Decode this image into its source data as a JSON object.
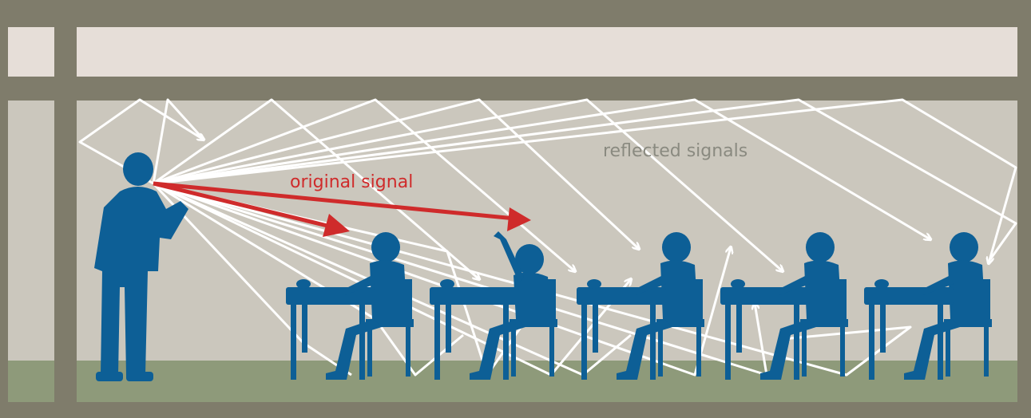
{
  "labels": {
    "original": "original signal",
    "reflected": "reflected signals"
  },
  "colors": {
    "frame": "#7f7c6b",
    "ceiling": "#e6ded8",
    "wall": "#cbc7bd",
    "floor": "#8e9a7a",
    "figure": "#0d5f96",
    "original_signal": "#cf2b2b",
    "reflected_label": "#8a8a80",
    "reflection": "#ffffff"
  },
  "scene": {
    "teacher": "teacher-figure",
    "students": 5,
    "raised_hand_student": 2
  }
}
